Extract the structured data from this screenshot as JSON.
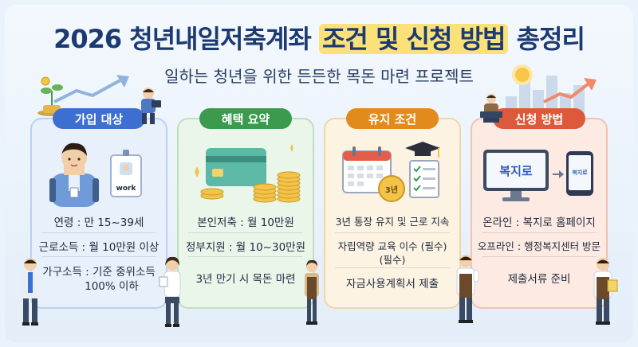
{
  "header": {
    "title_part1": "2026 청년내일저축계좌",
    "title_part2": "조건 및 신청 방법",
    "title_part3": "총정리",
    "subtitle": "일하는 청년을 위한 든든한 목돈 마련 프로젝트"
  },
  "cards": {
    "eligibility": {
      "label": "가입 대상",
      "badge_text": "work",
      "lines": [
        "연령 : 만 15~39세",
        "근로소득 : 월 10만원 이상",
        "가구소득 : 기준 중위소득",
        "100% 이하"
      ]
    },
    "benefits": {
      "label": "혜택 요약",
      "lines": [
        "본인저축 : 월 10만원",
        "정부지원 : 월 10~30만원",
        "3년 만기 시 목돈 마련"
      ]
    },
    "maintenance": {
      "label": "유지 조건",
      "coin_text": "3년",
      "lines": [
        "3년 통장 유지 및 근로 지속",
        "자립역량 교육 이수 (필수)",
        "(필수)",
        "자금사용계획서 제출"
      ]
    },
    "application": {
      "label": "신청 방법",
      "monitor_text": "복지로",
      "phone_text": "복지로",
      "lines": [
        "온라인 : 복지로 홈페이지",
        "오프라인 : 행정복지센터 방문",
        "제출서류 준비"
      ]
    }
  },
  "colors": {
    "eligibility": "#3d6fd0",
    "benefits": "#3a9a4e",
    "maintenance": "#e28b1c",
    "application": "#dc5a3b",
    "title": "#1c3a72",
    "title_highlight": "#fbe17a"
  }
}
